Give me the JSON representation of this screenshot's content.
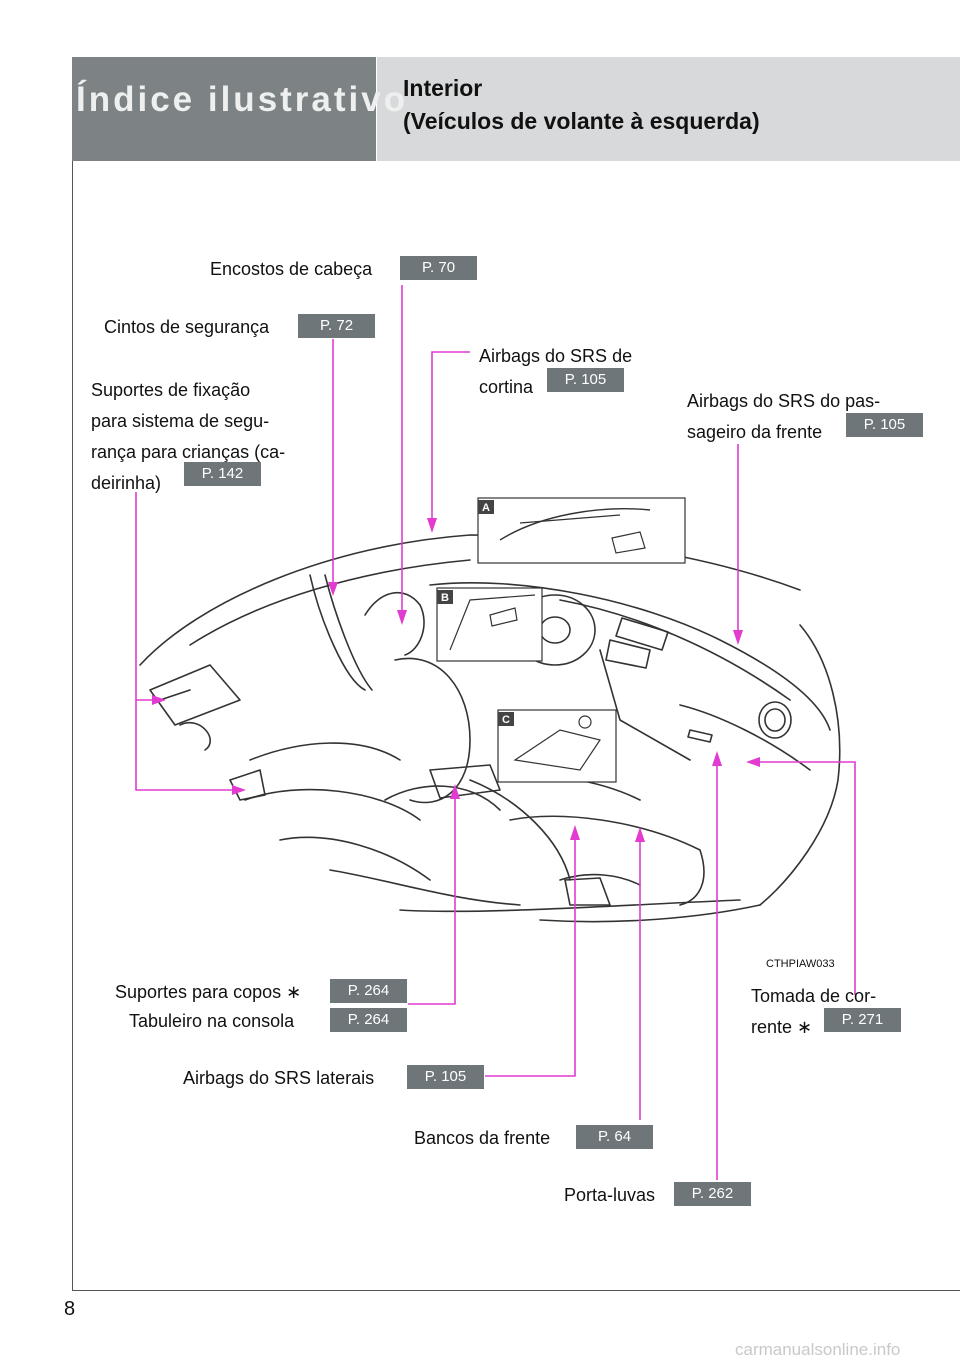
{
  "header": {
    "section_title": "Índice ilustrativo",
    "subtitle_line1": "Interior",
    "subtitle_line2": "(Veículos de volante à esquerda)"
  },
  "callouts": {
    "headrests": {
      "label": "Encostos de cabeça",
      "ref": "P. 70"
    },
    "seatbelts": {
      "label": "Cintos de segurança",
      "ref": "P. 72"
    },
    "curtain_airbags": {
      "line1": "Airbags do SRS de",
      "line2": "cortina",
      "ref": "P. 105"
    },
    "child_restraint": {
      "line1": "Suportes de fixação",
      "line2": "para sistema de segu-",
      "line3": "rança para crianças (ca-",
      "line4": "deirinha)",
      "ref": "P. 142"
    },
    "passenger_airbag": {
      "line1": "Airbags do SRS do pas-",
      "line2": "sageiro da frente",
      "ref": "P. 105"
    },
    "cup_holders": {
      "label": "Suportes para copos ∗",
      "ref": "P. 264"
    },
    "console_box": {
      "label": "Tabuleiro na consola",
      "ref": "P. 264"
    },
    "side_airbags": {
      "label": "Airbags do SRS laterais",
      "ref": "P. 105"
    },
    "front_seats": {
      "label": "Bancos da frente",
      "ref": "P. 64"
    },
    "glove_box": {
      "label": "Porta-luvas",
      "ref": "P. 262"
    },
    "power_outlet": {
      "line1": "Tomada de cor-",
      "line2": "rente ∗",
      "ref": "P. 271"
    }
  },
  "insets": {
    "a": "A",
    "b": "B",
    "c": "C"
  },
  "illustration_code": "CTHPIAW033",
  "page_number": "8",
  "watermark": "carmanualsonline.info",
  "colors": {
    "leader": "#e23bd1",
    "ref_badge": "#6e7679",
    "header_dark": "#7d8385",
    "header_light": "#d8d9da"
  }
}
